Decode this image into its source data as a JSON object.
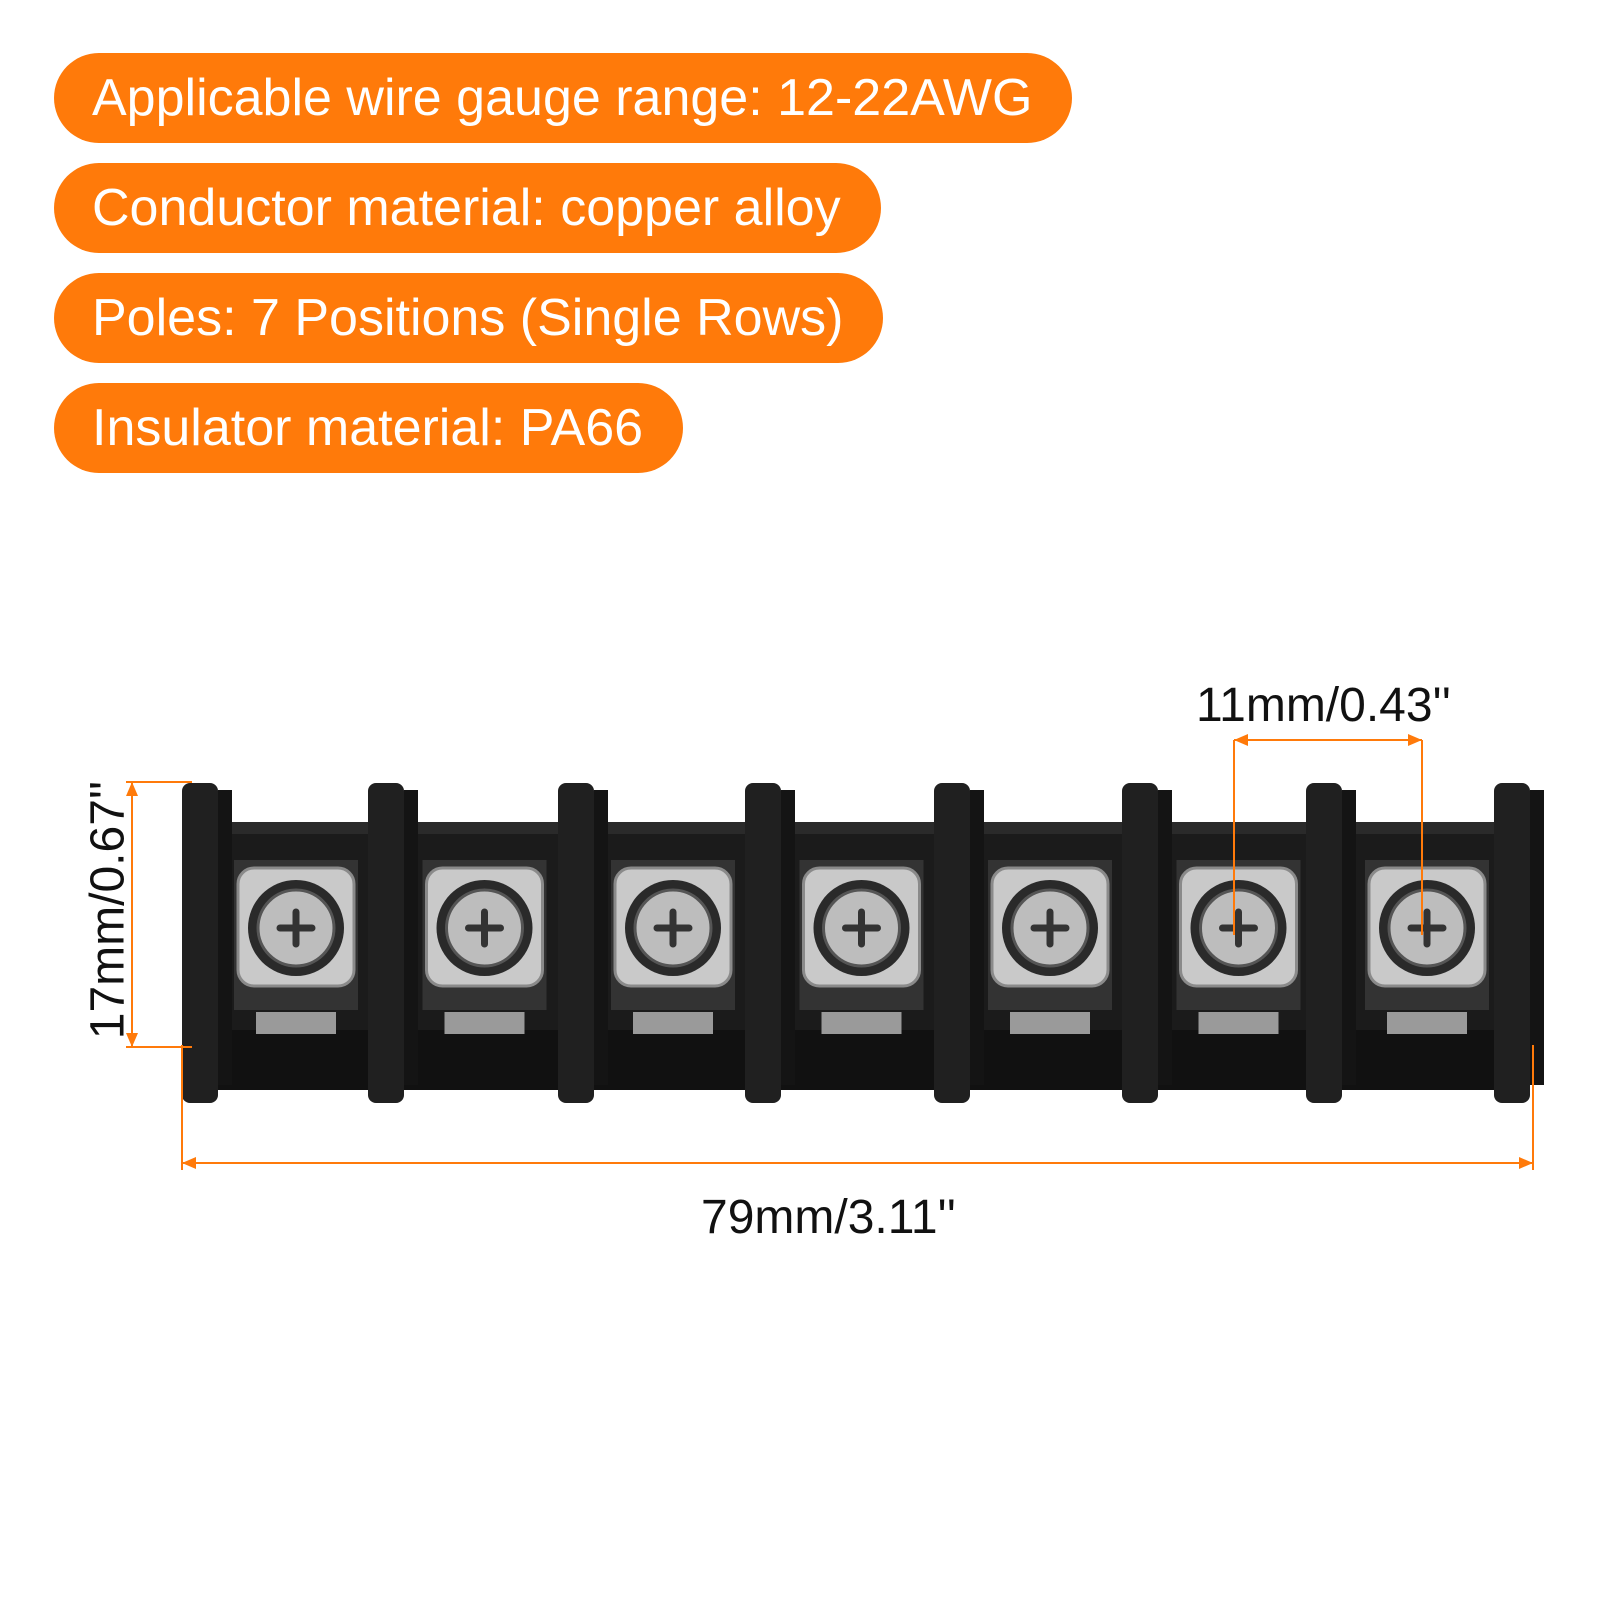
{
  "specs": [
    "Applicable wire gauge range: 12-22AWG",
    "Conductor material: copper alloy",
    "Poles: 7 Positions (Single Rows)",
    "Insulator material: PA66"
  ],
  "dimensions": {
    "pitch": "11mm/0.43''",
    "height": "17mm/0.67''",
    "width": "79mm/3.11''"
  },
  "colors": {
    "accent": "#ff7a0a",
    "body": "#1b1b1b",
    "metal": "#c9c9c9",
    "text": "#111111"
  },
  "product": {
    "positions": 7
  }
}
